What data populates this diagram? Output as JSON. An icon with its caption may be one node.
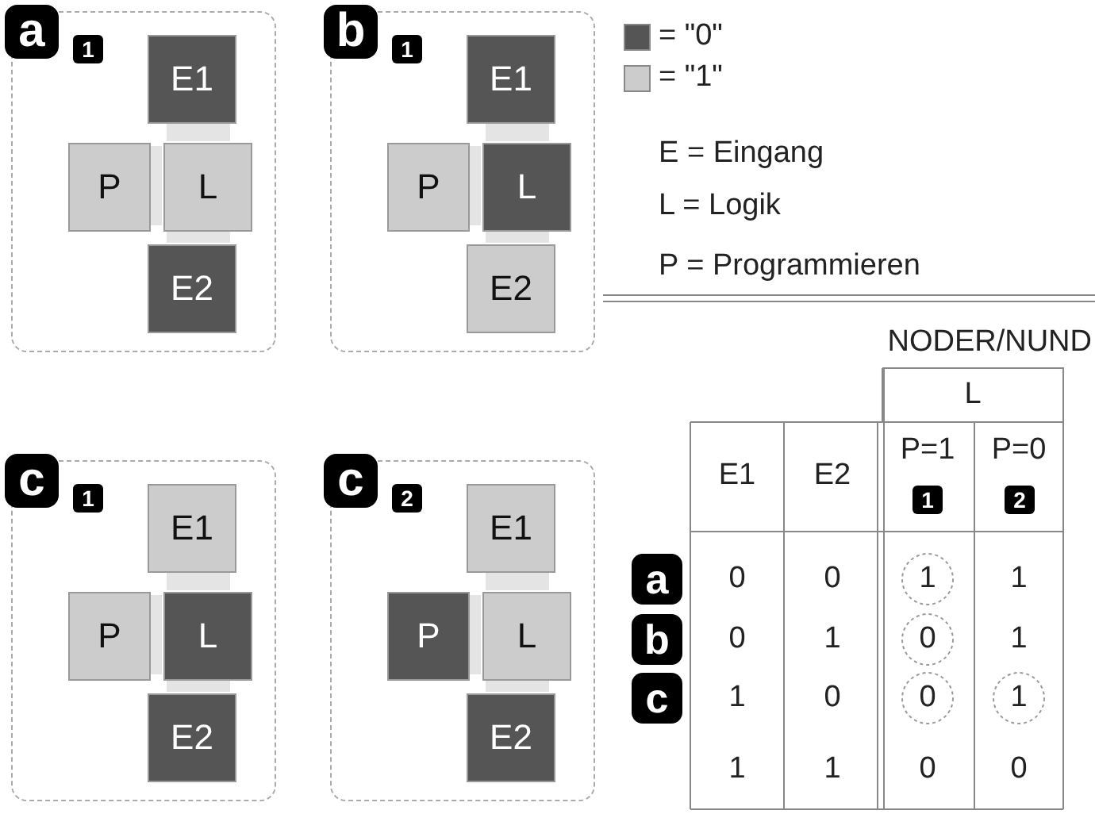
{
  "diagram": {
    "nodes": [
      {
        "text": [
          "a",
          "1"
        ]
      },
      {
        "text": [
          "E1"
        ],
        "in": 0
      },
      {
        "text": [
          "P"
        ],
        "in": 0
      },
      {
        "text": [
          "L"
        ],
        "in": 0
      },
      {
        "text": [
          "E2"
        ],
        "in": 0
      },
      {
        "text": [
          "b",
          "1"
        ]
      },
      {
        "text": [
          "E1"
        ],
        "in": 5
      },
      {
        "text": [
          "P"
        ],
        "in": 5
      },
      {
        "text": [
          "L"
        ],
        "in": 5
      },
      {
        "text": [
          "E2"
        ],
        "in": 5
      },
      {
        "text": [
          "c",
          "1"
        ]
      },
      {
        "text": [
          "E1"
        ],
        "in": 10
      },
      {
        "text": [
          "P"
        ],
        "in": 10
      },
      {
        "text": [
          "L"
        ],
        "in": 10
      },
      {
        "text": [
          "E2"
        ],
        "in": 10
      },
      {
        "text": [
          "c",
          "2"
        ]
      },
      {
        "text": [
          "E1"
        ],
        "in": 15
      },
      {
        "text": [
          "P"
        ],
        "in": 15
      },
      {
        "text": [
          "L"
        ],
        "in": 15
      },
      {
        "text": [
          "E2"
        ],
        "in": 15
      }
    ],
    "edges": [
      {
        "from": 1,
        "to": 3,
        "arrow": "none"
      },
      {
        "from": 2,
        "to": 3,
        "arrow": "none"
      },
      {
        "from": 3,
        "to": 4,
        "arrow": "none"
      },
      {
        "from": 6,
        "to": 8,
        "arrow": "none"
      },
      {
        "from": 7,
        "to": 8,
        "arrow": "none"
      },
      {
        "from": 8,
        "to": 9,
        "arrow": "none"
      },
      {
        "from": 11,
        "to": 13,
        "arrow": "none"
      },
      {
        "from": 12,
        "to": 13,
        "arrow": "none"
      },
      {
        "from": 13,
        "to": 14,
        "arrow": "none"
      },
      {
        "from": 16,
        "to": 18,
        "arrow": "none"
      },
      {
        "from": 17,
        "to": 18,
        "arrow": "none"
      },
      {
        "from": 18,
        "to": 19,
        "arrow": "none"
      }
    ],
    "labels": [
      "E = Eingang",
      "L = Logik",
      "P = Programmieren",
      "NODER/NUND",
      "L",
      "E1",
      "E2",
      "P=1",
      "1",
      "P=0",
      "2",
      "a",
      "0",
      "0",
      "1",
      "1",
      "b",
      "0",
      "1",
      "0",
      "1",
      "c",
      "1",
      "0",
      "0",
      "1",
      "1",
      "1",
      "0",
      "0"
    ],
    "legend": [
      {
        "text": "= \"0\"",
        "color": "#555555"
      },
      {
        "text": "= \"1\"",
        "color": "#cccccc"
      }
    ]
  }
}
